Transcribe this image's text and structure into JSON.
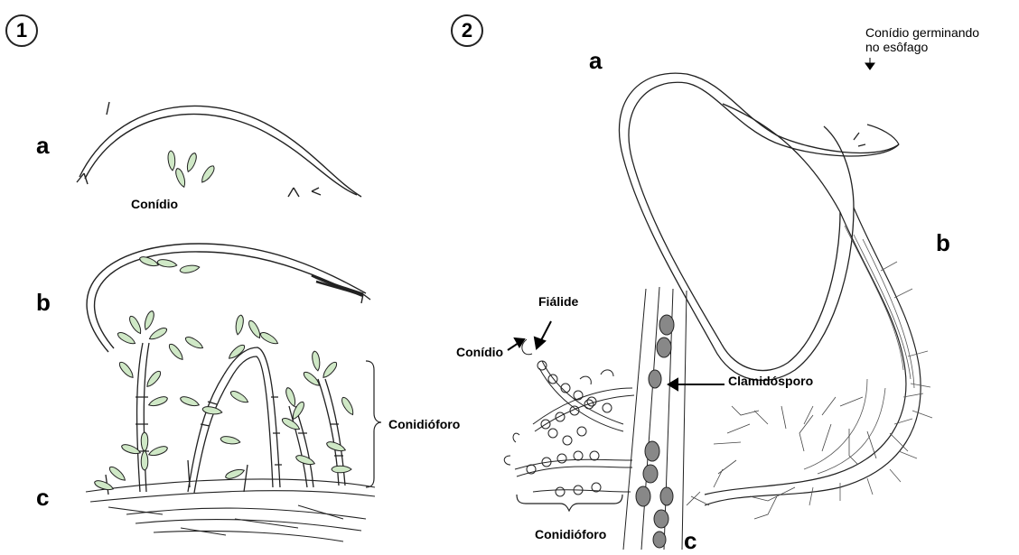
{
  "panel1": {
    "number": "1",
    "labels": {
      "a": "a",
      "b": "b",
      "c": "c"
    },
    "conidio": "Conídio",
    "conidioforo": "Conidióforo"
  },
  "panel2": {
    "number": "2",
    "labels": {
      "a": "a",
      "b": "b",
      "c": "c"
    },
    "germinando_line1": "Conídio germinando",
    "germinando_line2": "no esôfago",
    "fialide": "Fiálide",
    "conidio": "Conídio",
    "clamidosporo": "Clamidósporo",
    "conidioforo": "Conidióforo"
  },
  "colors": {
    "conidia_fill": "#cfe8c6",
    "ink": "#222222"
  }
}
